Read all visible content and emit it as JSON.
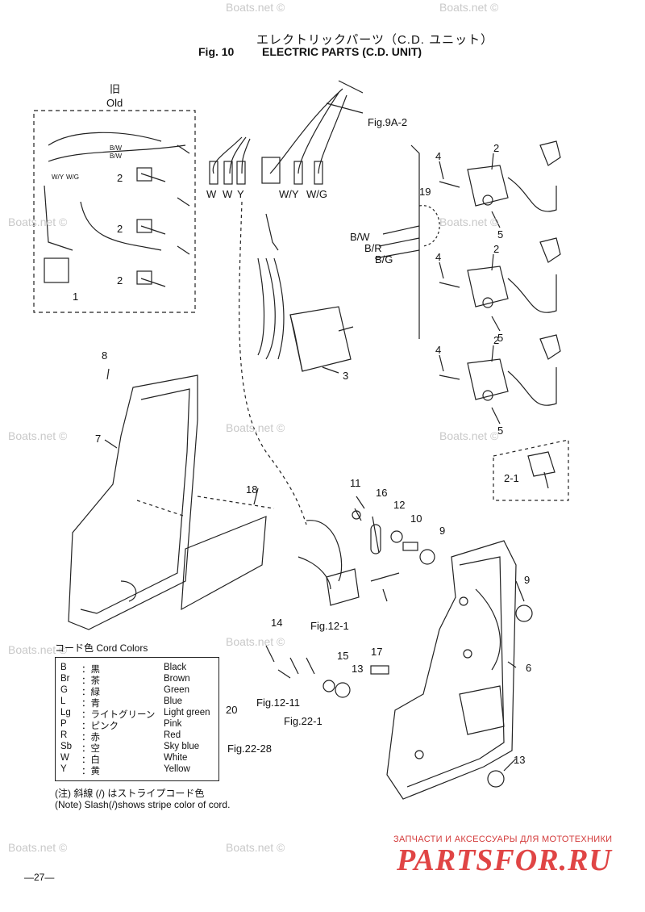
{
  "header": {
    "title_jp": "エレクトリックパーツ（C.D. ユニット）",
    "fig_no": "Fig. 10",
    "title_en": "ELECTRIC PARTS (C.D. UNIT)"
  },
  "old_box": {
    "label_jp": "旧",
    "label_en": "Old",
    "wire_labels": [
      "B/W",
      "B/W",
      "W/Y",
      "W/G"
    ]
  },
  "callouts": [
    "1",
    "2",
    "2",
    "2",
    "2",
    "2",
    "2",
    "2-1",
    "3",
    "4",
    "4",
    "4",
    "5",
    "5",
    "5",
    "6",
    "7",
    "8",
    "9",
    "9",
    "10",
    "11",
    "12",
    "13",
    "13",
    "14",
    "15",
    "16",
    "17",
    "18",
    "19",
    "20"
  ],
  "references": [
    "Fig.9A-2",
    "Fig.12-1",
    "Fig.12-11",
    "Fig.22-1",
    "Fig.22-28"
  ],
  "wire_tags": [
    "W",
    "W",
    "Y",
    "W/Y",
    "W/G",
    "B/W",
    "B/R",
    "B/G"
  ],
  "cord_colors": {
    "title": "コード色   Cord Colors",
    "rows": [
      {
        "code": "B",
        "jp": "：黒",
        "en": "Black"
      },
      {
        "code": "Br",
        "jp": "：茶",
        "en": "Brown"
      },
      {
        "code": "G",
        "jp": "：緑",
        "en": "Green"
      },
      {
        "code": "L",
        "jp": "：青",
        "en": "Blue"
      },
      {
        "code": "Lg",
        "jp": "：ライトグリーン",
        "en": "Light green"
      },
      {
        "code": "P",
        "jp": "：ピンク",
        "en": "Pink"
      },
      {
        "code": "R",
        "jp": "：赤",
        "en": "Red"
      },
      {
        "code": "Sb",
        "jp": "：空",
        "en": "Sky blue"
      },
      {
        "code": "W",
        "jp": "：白",
        "en": "White"
      },
      {
        "code": "Y",
        "jp": "：黄",
        "en": "Yellow"
      }
    ]
  },
  "note": {
    "jp": "(注) 斜線 (/) はストライプコード色",
    "en": "(Note) Slash(/)shows stripe color of cord."
  },
  "page_number": "—27—",
  "watermark": "Boats.net ©",
  "shop": {
    "tagline": "ЗАПЧАСТИ И АКСЕССУАРЫ ДЛЯ МОТОТЕХНИКИ",
    "logo": "PARTSFOR.RU"
  },
  "colors": {
    "ink": "#111111",
    "watermark": "#c9c9c9",
    "logo": "#e04545"
  }
}
